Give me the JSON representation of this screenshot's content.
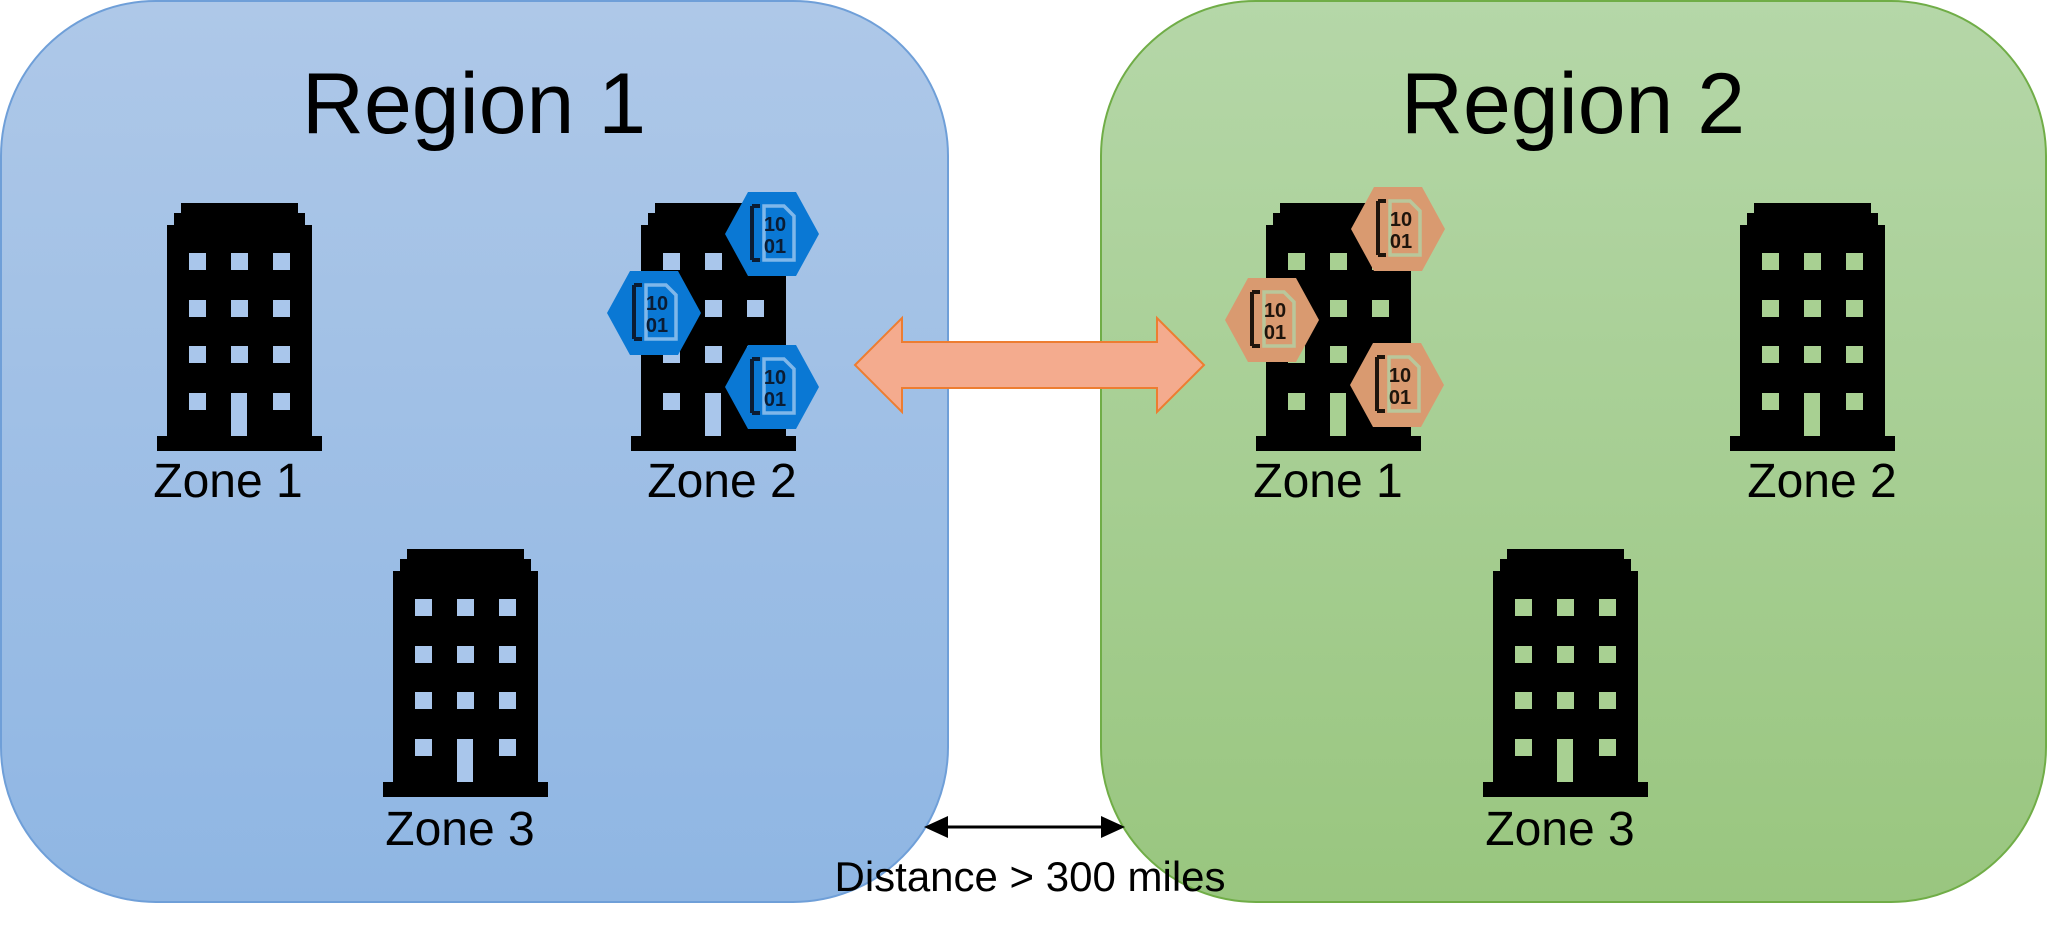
{
  "regions": [
    {
      "title": "Region 1",
      "fill": "#a3c2e8",
      "zones": [
        {
          "label": "Zone 1"
        },
        {
          "label": "Zone 2"
        },
        {
          "label": "Zone 3"
        }
      ],
      "storage_icon_color": "#0a78d4"
    },
    {
      "title": "Region 2",
      "fill": "#a8d295",
      "zones": [
        {
          "label": "Zone 1"
        },
        {
          "label": "Zone 2"
        },
        {
          "label": "Zone 3"
        }
      ],
      "storage_icon_color": "#d99a70"
    }
  ],
  "storage_icon_text": {
    "top": "10",
    "bottom": "01"
  },
  "distance_label": "Distance > 300 miles",
  "replication_arrow_color": "#f4ab8e",
  "icons": [
    "building-icon",
    "storage-blob-icon",
    "double-arrow-icon"
  ]
}
